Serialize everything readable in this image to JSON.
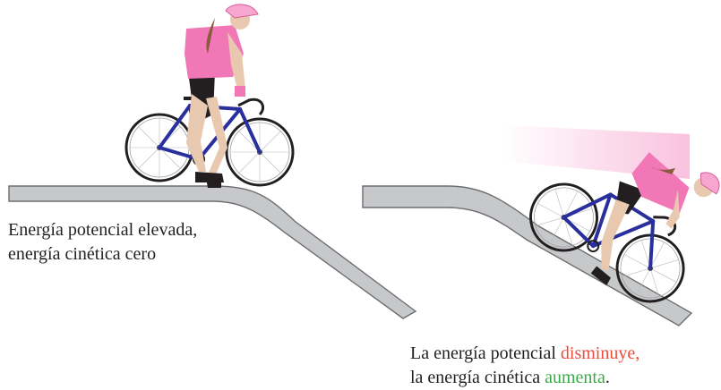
{
  "left_panel": {
    "line1": "Energía potencial elevada,",
    "line2": "energía cinética cero"
  },
  "right_panel": {
    "line1_prefix": "La energía potencial ",
    "line1_highlight": "disminuye,",
    "line2_prefix": "la energía cinética ",
    "line2_highlight": "aumenta",
    "line2_suffix": "."
  },
  "colors": {
    "decrease": "#ef4a3a",
    "increase": "#3aa84b",
    "jersey": "#f277b7",
    "bike_frame": "#2a2f9e",
    "hill": "#c7c8ca"
  }
}
